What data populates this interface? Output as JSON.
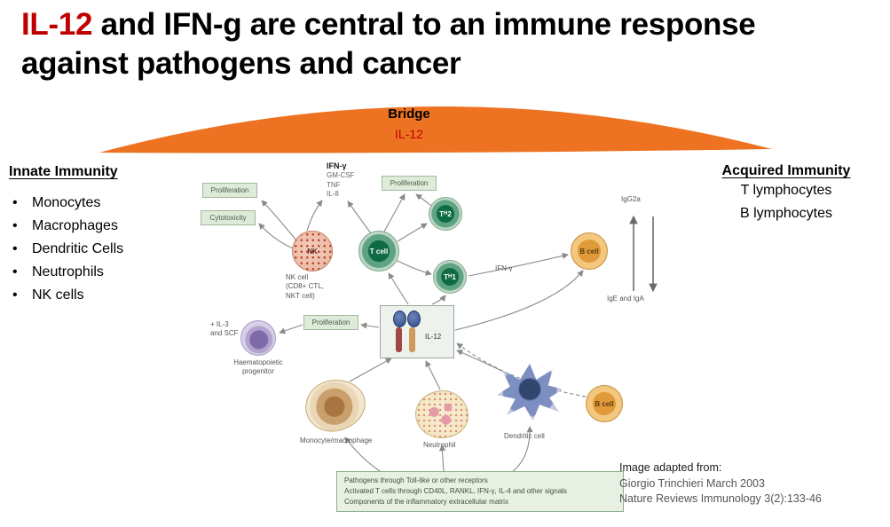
{
  "title": {
    "highlight": "IL-12",
    "rest_line1": "and IFN-g are central to an immune response",
    "line2": "against pathogens and cancer"
  },
  "bridge": {
    "label": "Bridge",
    "cytokine": "IL-12"
  },
  "innate": {
    "heading": "Innate Immunity",
    "items": [
      "Monocytes",
      "Macrophages",
      "Dendritic Cells",
      "Neutrophils",
      "NK cells"
    ]
  },
  "acquired": {
    "heading": "Acquired Immunity",
    "items": [
      "T lymphocytes",
      "B lymphocytes"
    ]
  },
  "figure": {
    "cytokines": {
      "primary": "IFN-γ",
      "secondary": [
        "GM-CSF",
        "TNF",
        "IL-8"
      ]
    },
    "process_boxes": {
      "proliferation_nk": "Proliferation",
      "cytotoxicity": "Cytotoxicity",
      "proliferation_t": "Proliferation",
      "proliferation_hp": "Proliferation"
    },
    "cells": {
      "nk": {
        "label": "NK",
        "caption": [
          "NK cell",
          "(CD8+ CTL,",
          "NKT cell)"
        ]
      },
      "t_cell": {
        "label": "T cell"
      },
      "th2": {
        "pre": "T",
        "sub": "H",
        "post": "2"
      },
      "th1": {
        "pre": "T",
        "sub": "H",
        "post": "1"
      },
      "b_cell_top": {
        "label": "B cell"
      },
      "b_cell_bottom": {
        "label": "B cell"
      },
      "progenitor": {
        "caption": [
          "Haematopoietic",
          "progenitor"
        ]
      },
      "monocyte": {
        "caption": "Monocyte/macrophage"
      },
      "neutrophil": {
        "caption": "Neutrophil"
      },
      "dendritic": {
        "caption": "Dendritic cell"
      }
    },
    "labels": {
      "ifn_gamma": "IFN-γ",
      "igg2a": "IgG2a",
      "ige_iga": "IgE and IgA",
      "il3_scf": [
        "+ IL-3",
        "and SCF"
      ],
      "il12_receptor": "IL-12"
    },
    "stimuli_box": [
      "Pathogens through Toll-like or other receptors",
      "Activated T cells through CD40L, RANKL, IFN-γ, IL-4 and other signals",
      "Components of the inflammatory extracellular matrix"
    ]
  },
  "attribution": {
    "line1": "Image adapted from:",
    "line2": "Giorgio Trinchieri March 2003",
    "line3": "Nature Reviews Immunology 3(2):133-46"
  },
  "colors": {
    "accent_red": "#C00000",
    "bridge_orange": "#ED7322"
  }
}
